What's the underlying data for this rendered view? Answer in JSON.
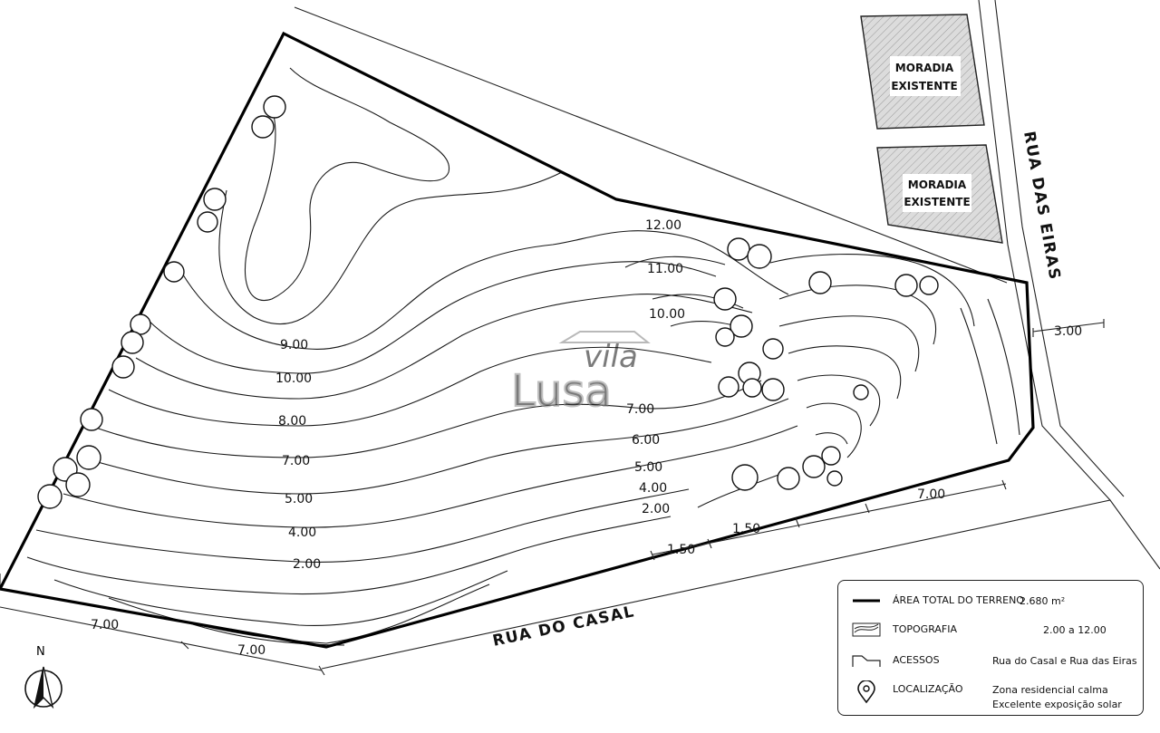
{
  "streets": {
    "rua_do_casal": "RUA DO CASAL",
    "rua_das_eiras": "RUA DAS EIRAS"
  },
  "buildings": [
    {
      "line1": "MORADIA",
      "line2": "EXISTENTE"
    },
    {
      "line1": "MORADIA",
      "line2": "EXISTENTE"
    }
  ],
  "contour_labels": [
    "12.00",
    "11.00",
    "10.00",
    "9.00",
    "10.00",
    "8.00",
    "7.00",
    "7.00",
    "6.00",
    "5.00",
    "5.00",
    "4.00",
    "4.00",
    "2.00",
    "2.00"
  ],
  "dimensions": {
    "left_a": "7.00",
    "left_b": "7.00",
    "center_a": "1.50",
    "center_b": "1.50",
    "right": "7.00",
    "setback": "3.00"
  },
  "legend": {
    "rows": [
      {
        "label": "ÁREA TOTAL DO TERRENO",
        "value": "2.680 m²",
        "icon": "line-icon"
      },
      {
        "label": "TOPOGRAFIA",
        "value": "2.00 a 12.00",
        "icon": "topography-icon"
      },
      {
        "label": "ACESSOS",
        "value": "Rua do Casal e Rua das Eiras",
        "icon": "access-icon"
      },
      {
        "label": "LOCALIZAÇÃO",
        "value": "Zona residencial calma",
        "value2": "Excelente exposição solar",
        "icon": "location-pin-icon"
      }
    ]
  },
  "north": {
    "label": "N"
  },
  "watermark": {
    "line1": "vila",
    "line2": "Lusa"
  }
}
